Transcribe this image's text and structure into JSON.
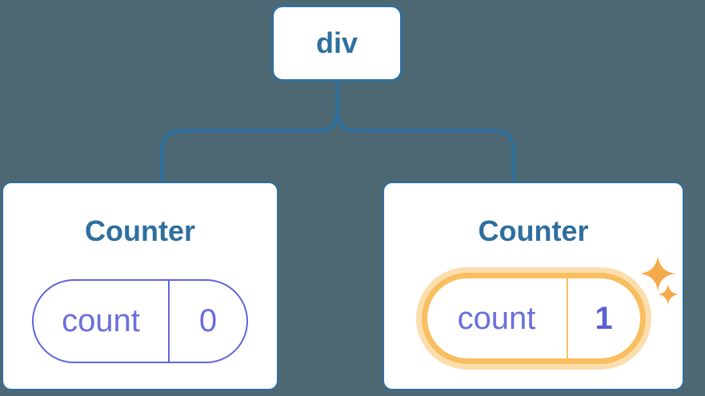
{
  "tree": {
    "root": {
      "label": "div"
    },
    "children": [
      {
        "title": "Counter",
        "highlighted": false,
        "state": {
          "label": "count",
          "value": "0"
        }
      },
      {
        "title": "Counter",
        "highlighted": true,
        "state": {
          "label": "count",
          "value": "1"
        }
      }
    ]
  },
  "icons": {
    "sparkles": "sparkles-icon"
  },
  "colors": {
    "background": "#4d6872",
    "node_blue": "#2e6f9e",
    "card_background": "#ffffff",
    "state_purple": "#6a6fdc",
    "state_purple_strong": "#5a5fd6",
    "highlight_orange": "#f8be5f",
    "highlight_glow": "#fcdead",
    "sparkle_orange": "#f4aa4a"
  }
}
